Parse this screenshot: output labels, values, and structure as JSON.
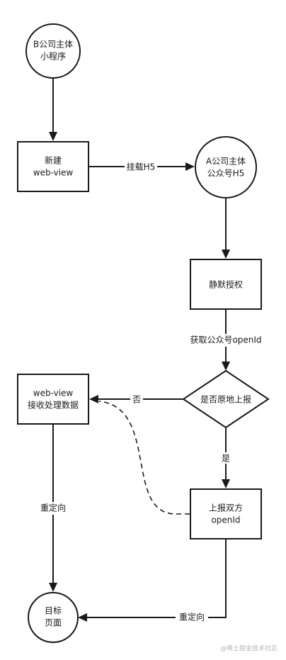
{
  "nodes": {
    "b_mini_program": {
      "lines": [
        "B公司主体",
        "小程序"
      ]
    },
    "new_webview": {
      "lines": [
        "新建",
        "web-view"
      ]
    },
    "a_official_h5": {
      "lines": [
        "A公司主体",
        "公众号H5"
      ]
    },
    "silent_auth": {
      "lines": [
        "静默授权"
      ]
    },
    "decision_in_place": {
      "lines": [
        "是否原地上报"
      ]
    },
    "webview_process": {
      "lines": [
        "web-view",
        "接收处理数据"
      ]
    },
    "report_openid": {
      "lines": [
        "上报双方",
        "openId"
      ]
    },
    "target_page": {
      "lines": [
        "目标",
        "页面"
      ]
    }
  },
  "edges": {
    "mount_h5": "挂载H5",
    "get_openid": "获取公众号openId",
    "no": "否",
    "yes": "是",
    "redirect_left": "重定向",
    "redirect_bottom": "重定向"
  },
  "watermark": "@稀土掘金技术社区"
}
